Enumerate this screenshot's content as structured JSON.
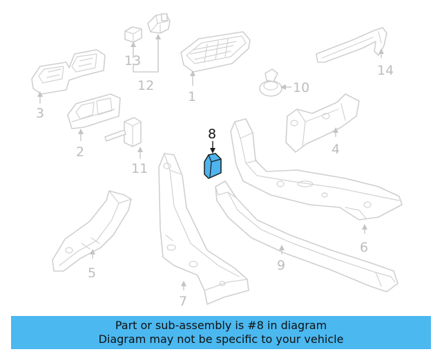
{
  "callouts": {
    "c1": "1",
    "c2": "2",
    "c3": "3",
    "c4": "4",
    "c5": "5",
    "c6": "6",
    "c7": "7",
    "c8": "8",
    "c9": "9",
    "c10": "10",
    "c11": "11",
    "c12": "12",
    "c13": "13",
    "c14": "14"
  },
  "highlighted_part": "8",
  "colors": {
    "highlight_fill": "#4fb4ed",
    "caption_background": "#4bb8f0",
    "line_gray": "#cfcfcf"
  },
  "caption": {
    "line1": "Part or sub-assembly is #8 in diagram",
    "line2": "Diagram may not be specific to your vehicle"
  }
}
